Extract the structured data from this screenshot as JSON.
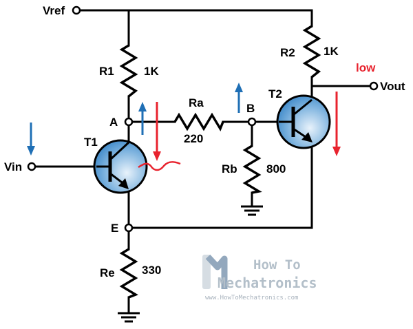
{
  "labels": {
    "vref": "Vref",
    "vin": "Vin",
    "vout": "Vout",
    "node_a": "A",
    "node_b": "B",
    "node_e": "E",
    "low": "low"
  },
  "components": {
    "r1": {
      "name": "R1",
      "value": "1K"
    },
    "r2": {
      "name": "R2",
      "value": "1K"
    },
    "ra": {
      "name": "Ra",
      "value": "220"
    },
    "rb": {
      "name": "Rb",
      "value": "800"
    },
    "re": {
      "name": "Re",
      "value": "330"
    },
    "t1": {
      "name": "T1"
    },
    "t2": {
      "name": "T2"
    }
  },
  "watermark": {
    "line1": "How To",
    "line2": "Mechatronics",
    "url": "www.HowToMechatronics.com"
  },
  "colors": {
    "wire": "#000000",
    "transistor_fill": "#2f7fc4",
    "transistor_highlight": "#e8f2fb",
    "arrow_blue": "#1f6fb5",
    "arrow_red": "#e8232e",
    "watermark": "#9aaab8"
  }
}
